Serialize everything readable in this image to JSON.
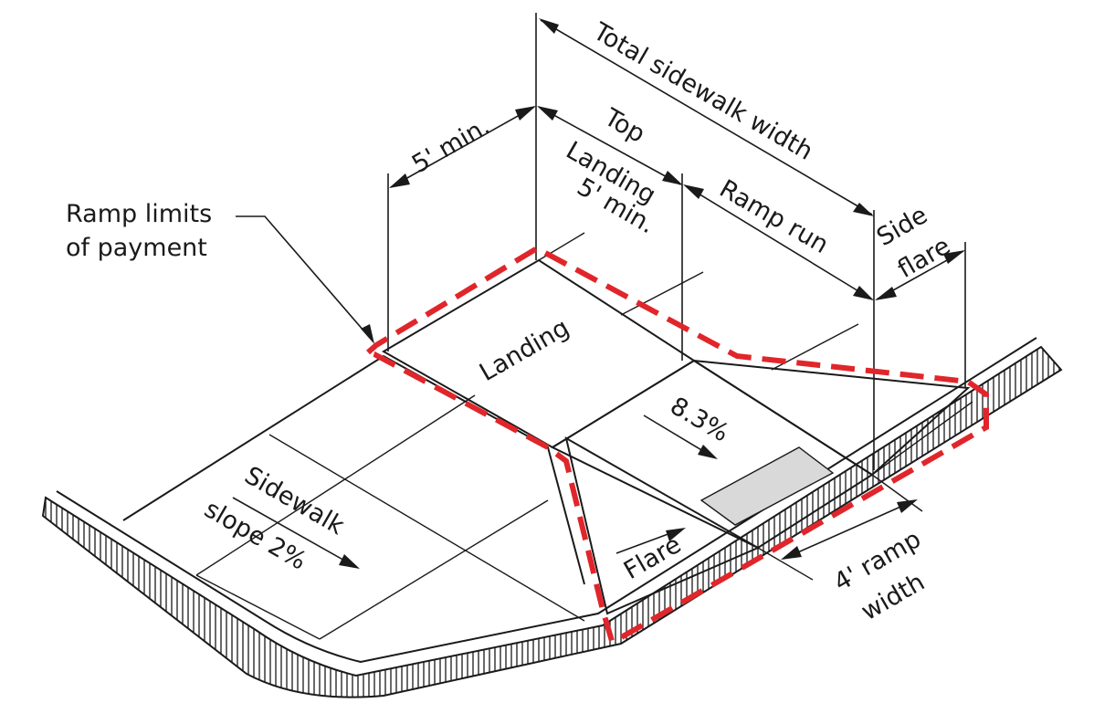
{
  "labels": {
    "total_sidewalk_width": "Total sidewalk width",
    "five_min": "5' min.",
    "top": "Top",
    "landing_dim": "Landing",
    "five_min_landing": "5' min.",
    "ramp_run": "Ramp run",
    "side": "Side",
    "flare": "flare",
    "ramp_limits_line1": "Ramp limits",
    "ramp_limits_line2": "of payment",
    "landing_area": "Landing",
    "slope_ramp": "8.3%",
    "sidewalk": "Sidewalk",
    "sidewalk_slope": "slope 2%",
    "flare_area": "Flare",
    "ramp_width_line1": "4' ramp",
    "ramp_width_line2": "width"
  },
  "colors": {
    "payment_limit": "#e0262b",
    "line": "#1a1a1a",
    "detectable_warning": "#d9d9d9"
  }
}
